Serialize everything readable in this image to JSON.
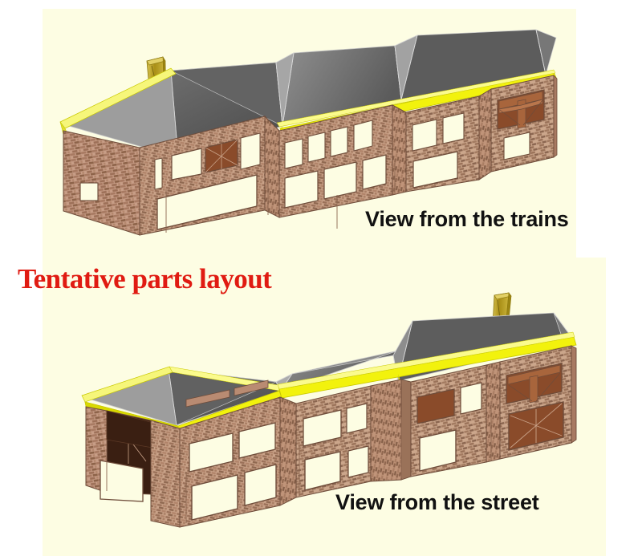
{
  "document": {
    "type": "3d-cad-rendering",
    "subject": "model railway station building - tentative parts layout",
    "background_color": "#ffffff",
    "panel_color": "#fdfde3"
  },
  "annotations": {
    "title": "Tentative parts layout",
    "title_color": "#e01b12",
    "view_top": "View from the trains",
    "view_bottom": "View from the street",
    "label_color": "#111111"
  },
  "materials": {
    "brick_light": "#c79d86",
    "brick_mid": "#b98b72",
    "brick_dark": "#8b6650",
    "brick_line": "#6e4c3a",
    "roof_dark": "#575757",
    "roof_mid": "#6a6a6a",
    "roof_light": "#8e8e8e",
    "roof_pale": "#a9a9a9",
    "roof_edge": "#cfcfcf",
    "fascia_yellow": "#f2f20d",
    "fascia_yellow_dark": "#c8c800",
    "fascia_yellow_light": "#fbfb7a",
    "opening_dark": "#3a1f12",
    "opening_brown": "#8a4b2a",
    "timber_brown": "#a8653c",
    "chimney_gold": "#b79a1e",
    "chimney_gold_light": "#d8c44a"
  },
  "views": [
    {
      "name": "view-from-the-trains",
      "label": "View from the trains",
      "position": "top",
      "features": {
        "roof_type": "hipped",
        "chimneys": 1,
        "chimney_side": "left",
        "wall_material": "brick",
        "fascia": "yellow gutter band",
        "bays": 4,
        "openings_visible": true
      }
    },
    {
      "name": "view-from-the-street",
      "label": "View from the street",
      "position": "bottom",
      "features": {
        "roof_type": "hipped",
        "chimneys": 1,
        "chimney_side": "right",
        "wall_material": "brick",
        "fascia": "yellow gutter band",
        "bays": 4,
        "openings_visible": true
      }
    }
  ]
}
